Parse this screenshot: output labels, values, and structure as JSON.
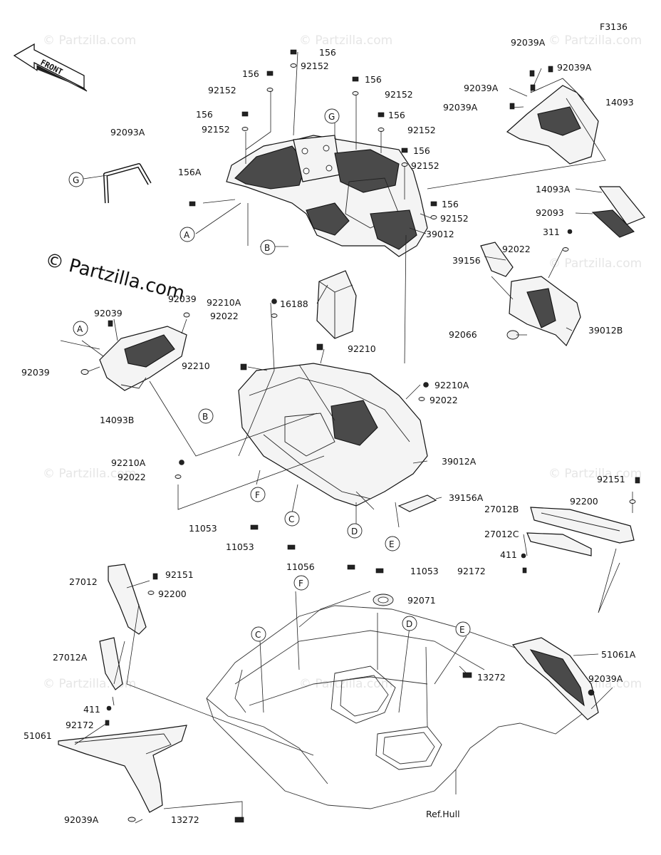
{
  "diagram_code": "F3136",
  "front_label": "FRONT",
  "watermark": "© Partzilla.com",
  "watermark_repeat": "© Partzilla.com",
  "parts": {
    "p156": "156",
    "p156a": "156A",
    "p92152": "92152",
    "p92093a": "92093A",
    "p92039a": "92039A",
    "p14093": "14093",
    "p14093a": "14093A",
    "p92093": "92093",
    "p311": "311",
    "p39012": "39012",
    "p39156": "39156",
    "p92022": "92022",
    "p92066": "92066",
    "p39012b": "39012B",
    "p92039": "92039",
    "p16188": "16188",
    "p92210a": "92210A",
    "p92210": "92210",
    "p14093b": "14093B",
    "p39012a": "39012A",
    "p39156a": "39156A",
    "p11053": "11053",
    "p11056": "11056",
    "p92151": "92151",
    "p92200": "92200",
    "p27012b": "27012B",
    "p27012c": "27012C",
    "p411": "411",
    "p92172": "92172",
    "p27012": "27012",
    "p27012a": "27012A",
    "p92071": "92071",
    "p13272": "13272",
    "p51061a": "51061A",
    "p51061": "51061",
    "ref_hull": "Ref.Hull"
  },
  "refs": {
    "A": "A",
    "B": "B",
    "C": "C",
    "D": "D",
    "E": "E",
    "F": "F",
    "G": "G"
  }
}
